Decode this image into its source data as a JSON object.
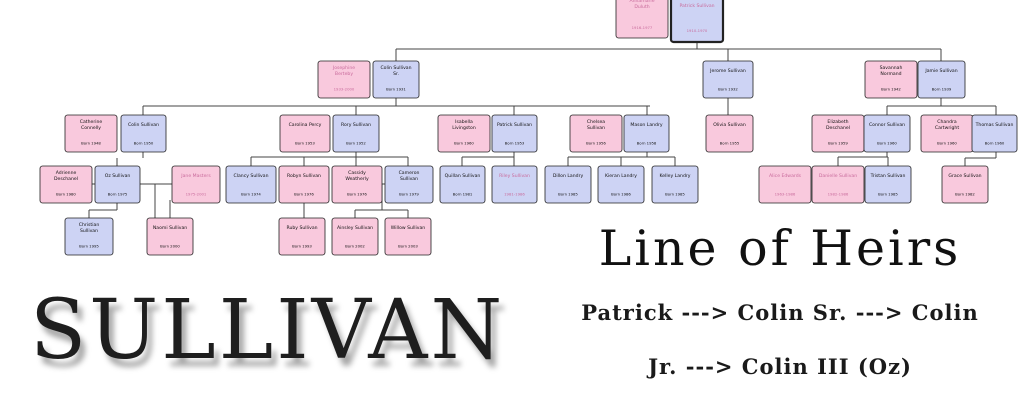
{
  "title_block": {
    "surname": "SULLIVAN",
    "heading": "Line of Heirs",
    "succession_line1": "Patrick ---> Colin Sr. ---> Colin",
    "succession_line2": "Jr. ---> Colin III (Oz)"
  },
  "colors": {
    "female_fill": "#f9c9dd",
    "male_fill": "#cdd3f4",
    "deceased_text": "#c96b9c",
    "connector": "#444444"
  },
  "people": [
    {
      "id": "annamarie",
      "name": [
        "Annamarie",
        "Duluth"
      ],
      "dates": "1916-1977",
      "sex": "f",
      "deceased": true
    },
    {
      "id": "patrick_sr",
      "name": [
        "Patrick Sullivan"
      ],
      "dates": "1910-1970",
      "sex": "m",
      "deceased": true,
      "highlight": true
    },
    {
      "id": "josephine",
      "name": [
        "Josephine",
        "Berteby"
      ],
      "dates": "1933-2000",
      "sex": "f",
      "deceased": true
    },
    {
      "id": "colin_sr",
      "name": [
        "Colin Sullivan",
        "Sr."
      ],
      "dates": "Born 1931",
      "sex": "m"
    },
    {
      "id": "jerome",
      "name": [
        "Jerome Sullivan"
      ],
      "dates": "Born 1932",
      "sex": "m"
    },
    {
      "id": "savannah",
      "name": [
        "Savannah",
        "Normand"
      ],
      "dates": "Born 1942",
      "sex": "f"
    },
    {
      "id": "jamie",
      "name": [
        "Jamie Sullivan"
      ],
      "dates": "Born 1939",
      "sex": "m"
    },
    {
      "id": "catherine",
      "name": [
        "Catherine",
        "Connelly"
      ],
      "dates": "Born 1948",
      "sex": "f"
    },
    {
      "id": "colin_jr",
      "name": [
        "Colin Sullivan"
      ],
      "dates": "Born 1950",
      "sex": "m"
    },
    {
      "id": "carolina",
      "name": [
        "Carolina Percy"
      ],
      "dates": "Born 1953",
      "sex": "f"
    },
    {
      "id": "rory",
      "name": [
        "Rory Sullivan"
      ],
      "dates": "Born 1952",
      "sex": "m"
    },
    {
      "id": "isabella",
      "name": [
        "Isabella",
        "Livingston"
      ],
      "dates": "Born 1960",
      "sex": "f"
    },
    {
      "id": "patrick_jr",
      "name": [
        "Patrick Sullivan"
      ],
      "dates": "Born 1953",
      "sex": "m"
    },
    {
      "id": "chelsea",
      "name": [
        "Chelsea",
        "Sullivan"
      ],
      "dates": "Born 1956",
      "sex": "f"
    },
    {
      "id": "mason",
      "name": [
        "Mason Landry"
      ],
      "dates": "Born 1958",
      "sex": "m"
    },
    {
      "id": "olivia",
      "name": [
        "Olivia Sullivan"
      ],
      "dates": "Born 1955",
      "sex": "f"
    },
    {
      "id": "elizabeth",
      "name": [
        "Elizabeth",
        "Deschanel"
      ],
      "dates": "Born 1959",
      "sex": "f"
    },
    {
      "id": "connor",
      "name": [
        "Connor Sullivan"
      ],
      "dates": "Born 1960",
      "sex": "m"
    },
    {
      "id": "chandra",
      "name": [
        "Chandra",
        "Cartwright"
      ],
      "dates": "Born 1960",
      "sex": "f"
    },
    {
      "id": "thomas",
      "name": [
        "Thomas Sullivan"
      ],
      "dates": "Born 1960",
      "sex": "m"
    },
    {
      "id": "adrienne",
      "name": [
        "Adrienne",
        "Deschanel"
      ],
      "dates": "Born 1980",
      "sex": "f"
    },
    {
      "id": "oz",
      "name": [
        "Oz Sullivan"
      ],
      "dates": "Born 1975",
      "sex": "m"
    },
    {
      "id": "jane",
      "name": [
        "Jane Masters"
      ],
      "dates": "1975-2001",
      "sex": "f",
      "deceased": true
    },
    {
      "id": "clancy",
      "name": [
        "Clancy Sullivan"
      ],
      "dates": "Born 1974",
      "sex": "m"
    },
    {
      "id": "robyn",
      "name": [
        "Robyn Sullivan"
      ],
      "dates": "Born 1976",
      "sex": "f"
    },
    {
      "id": "cassidy",
      "name": [
        "Cassidy",
        "Weatherly"
      ],
      "dates": "Born 1976",
      "sex": "f"
    },
    {
      "id": "cameron",
      "name": [
        "Cameron",
        "Sullivan"
      ],
      "dates": "Born 1979",
      "sex": "m"
    },
    {
      "id": "quillan",
      "name": [
        "Quillan Sullivan"
      ],
      "dates": "Born 1981",
      "sex": "m"
    },
    {
      "id": "riley",
      "name": [
        "Riley Sullivan"
      ],
      "dates": "1981-1986",
      "sex": "m",
      "deceased": true
    },
    {
      "id": "dillon",
      "name": [
        "Dillon Landry"
      ],
      "dates": "Born 1985",
      "sex": "m"
    },
    {
      "id": "kieran",
      "name": [
        "Kieran Landry"
      ],
      "dates": "Born 1986",
      "sex": "m"
    },
    {
      "id": "kelley",
      "name": [
        "Kelley Landry"
      ],
      "dates": "Born 1985",
      "sex": "m"
    },
    {
      "id": "alice",
      "name": [
        "Alice Edwards"
      ],
      "dates": "1963-1986",
      "sex": "f",
      "deceased": true
    },
    {
      "id": "danielle",
      "name": [
        "Danielle Sullivan"
      ],
      "dates": "1982-1986",
      "sex": "f",
      "deceased": true
    },
    {
      "id": "tristan",
      "name": [
        "Tristan Sullivan"
      ],
      "dates": "Born 1985",
      "sex": "m"
    },
    {
      "id": "grace",
      "name": [
        "Grace Sullivan"
      ],
      "dates": "Born 1982",
      "sex": "f"
    },
    {
      "id": "christian",
      "name": [
        "Christian",
        "Sullivan"
      ],
      "dates": "Born 1995",
      "sex": "m"
    },
    {
      "id": "naomi",
      "name": [
        "Naomi Sullivan"
      ],
      "dates": "Born 2000",
      "sex": "f"
    },
    {
      "id": "ruby",
      "name": [
        "Ruby Sullivan"
      ],
      "dates": "Born 1993",
      "sex": "f"
    },
    {
      "id": "ainsley",
      "name": [
        "Ainsley Sullivan"
      ],
      "dates": "Born 2002",
      "sex": "f"
    },
    {
      "id": "willow",
      "name": [
        "Willow Sullivan"
      ],
      "dates": "Born 2003",
      "sex": "f"
    }
  ]
}
